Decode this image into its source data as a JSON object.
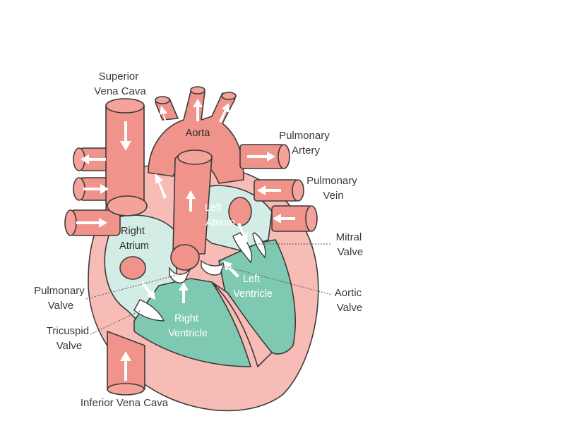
{
  "labels": {
    "superior_vena_cava": [
      "Superior",
      "Vena Cava"
    ],
    "aorta": "Aorta",
    "pulmonary_artery": [
      "Pulmonary",
      "Artery"
    ],
    "pulmonary_vein": [
      "Pulmonary",
      "Vein"
    ],
    "left_atrium": [
      "Left",
      "Atrium"
    ],
    "right_atrium": [
      "Right",
      "Atrium"
    ],
    "mitral_valve": [
      "Mitral",
      "Valve"
    ],
    "pulmonary_valve": [
      "Pulmonary",
      "Valve"
    ],
    "aortic_valve": [
      "Aortic",
      "Valve"
    ],
    "left_ventricle": [
      "Left",
      "Ventricle"
    ],
    "right_ventricle": [
      "Right",
      "Ventricle"
    ],
    "tricuspid_valve": [
      "Tricuspid",
      "Valve"
    ],
    "inferior_vena_cava": "Inferior Vena Cava"
  },
  "colors": {
    "vessel": "#f0938a",
    "heart_wall": "#f6bcb5",
    "atrium": "#d3ede6",
    "ventricle": "#7fc9b3",
    "outline": "#3a3a3a"
  }
}
